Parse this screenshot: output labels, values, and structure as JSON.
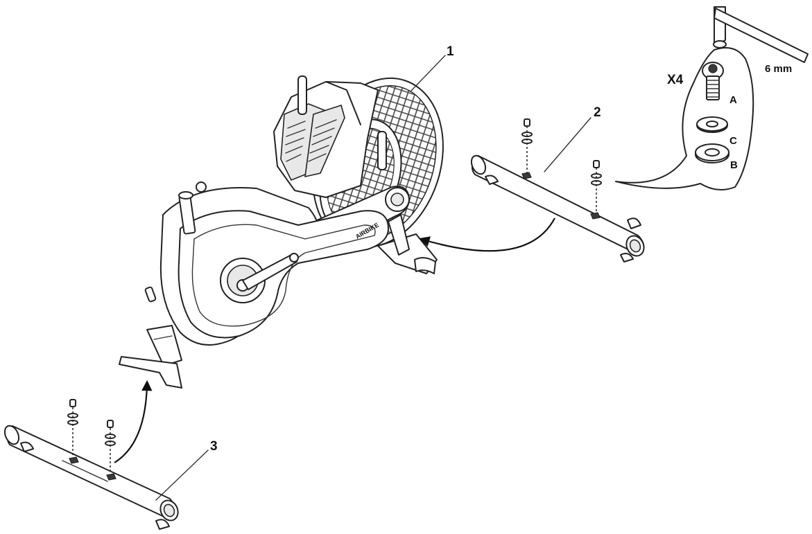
{
  "labels": {
    "part_1": "1",
    "part_2": "2",
    "part_3": "3"
  },
  "callout": {
    "quantity": "X4",
    "tool_size": "6 mm",
    "bolt": "A",
    "washer_c": "C",
    "washer_b": "B"
  },
  "icons": {
    "tool": "hex-key-icon",
    "bolt": "bolt-icon",
    "washer": "washer-icon"
  }
}
